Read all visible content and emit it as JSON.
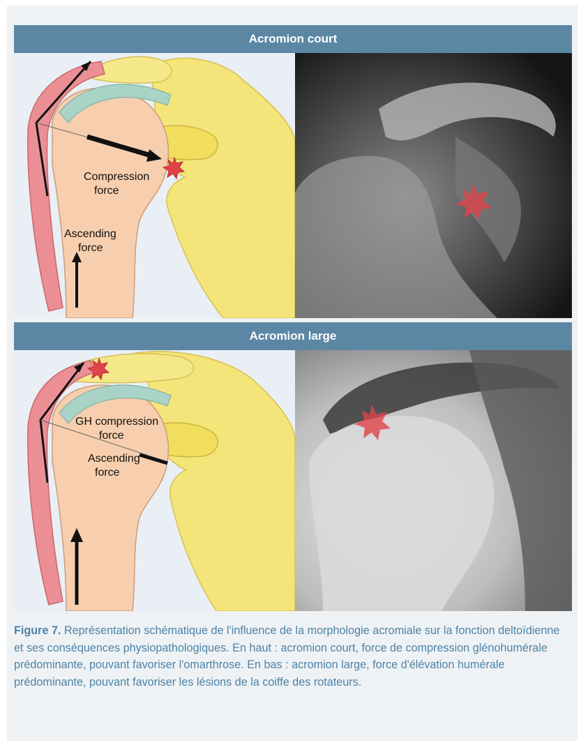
{
  "figure": {
    "top_banner": "Acromion court",
    "bottom_banner": "Acromion large",
    "top_diagram": {
      "compression_label_1": "Compression",
      "compression_label_2": "force",
      "ascending_label_1": "Ascending",
      "ascending_label_2": "force"
    },
    "bottom_diagram": {
      "gh_label_1": "GH compression",
      "gh_label_2": "force",
      "ascending_label_1": "Ascending",
      "ascending_label_2": "force"
    },
    "caption": {
      "label": "Figure 7.",
      "text": " Représentation schématique de l'influence de la morphologie acromiale sur la fonction deltoïdienne et ses conséquences physiopathologiques. En haut : acromion court, force de compression glénohumérale prédominante, pouvant favoriser l'omarthrose. En bas : acromion large, force d'élévation humérale prédominante, pouvant favoriser les lésions de la coiffe des rotateurs."
    },
    "colors": {
      "banner": "#5b87a4",
      "caption_text": "#4d83a8",
      "frame_bg": "#eef2f5",
      "bone_yellow": "#f3e57a",
      "humerus": "#f7cfae",
      "deltoid": "#ec8f95",
      "tendon": "#a9d3c6",
      "lesion_star": "#e0444a"
    }
  }
}
